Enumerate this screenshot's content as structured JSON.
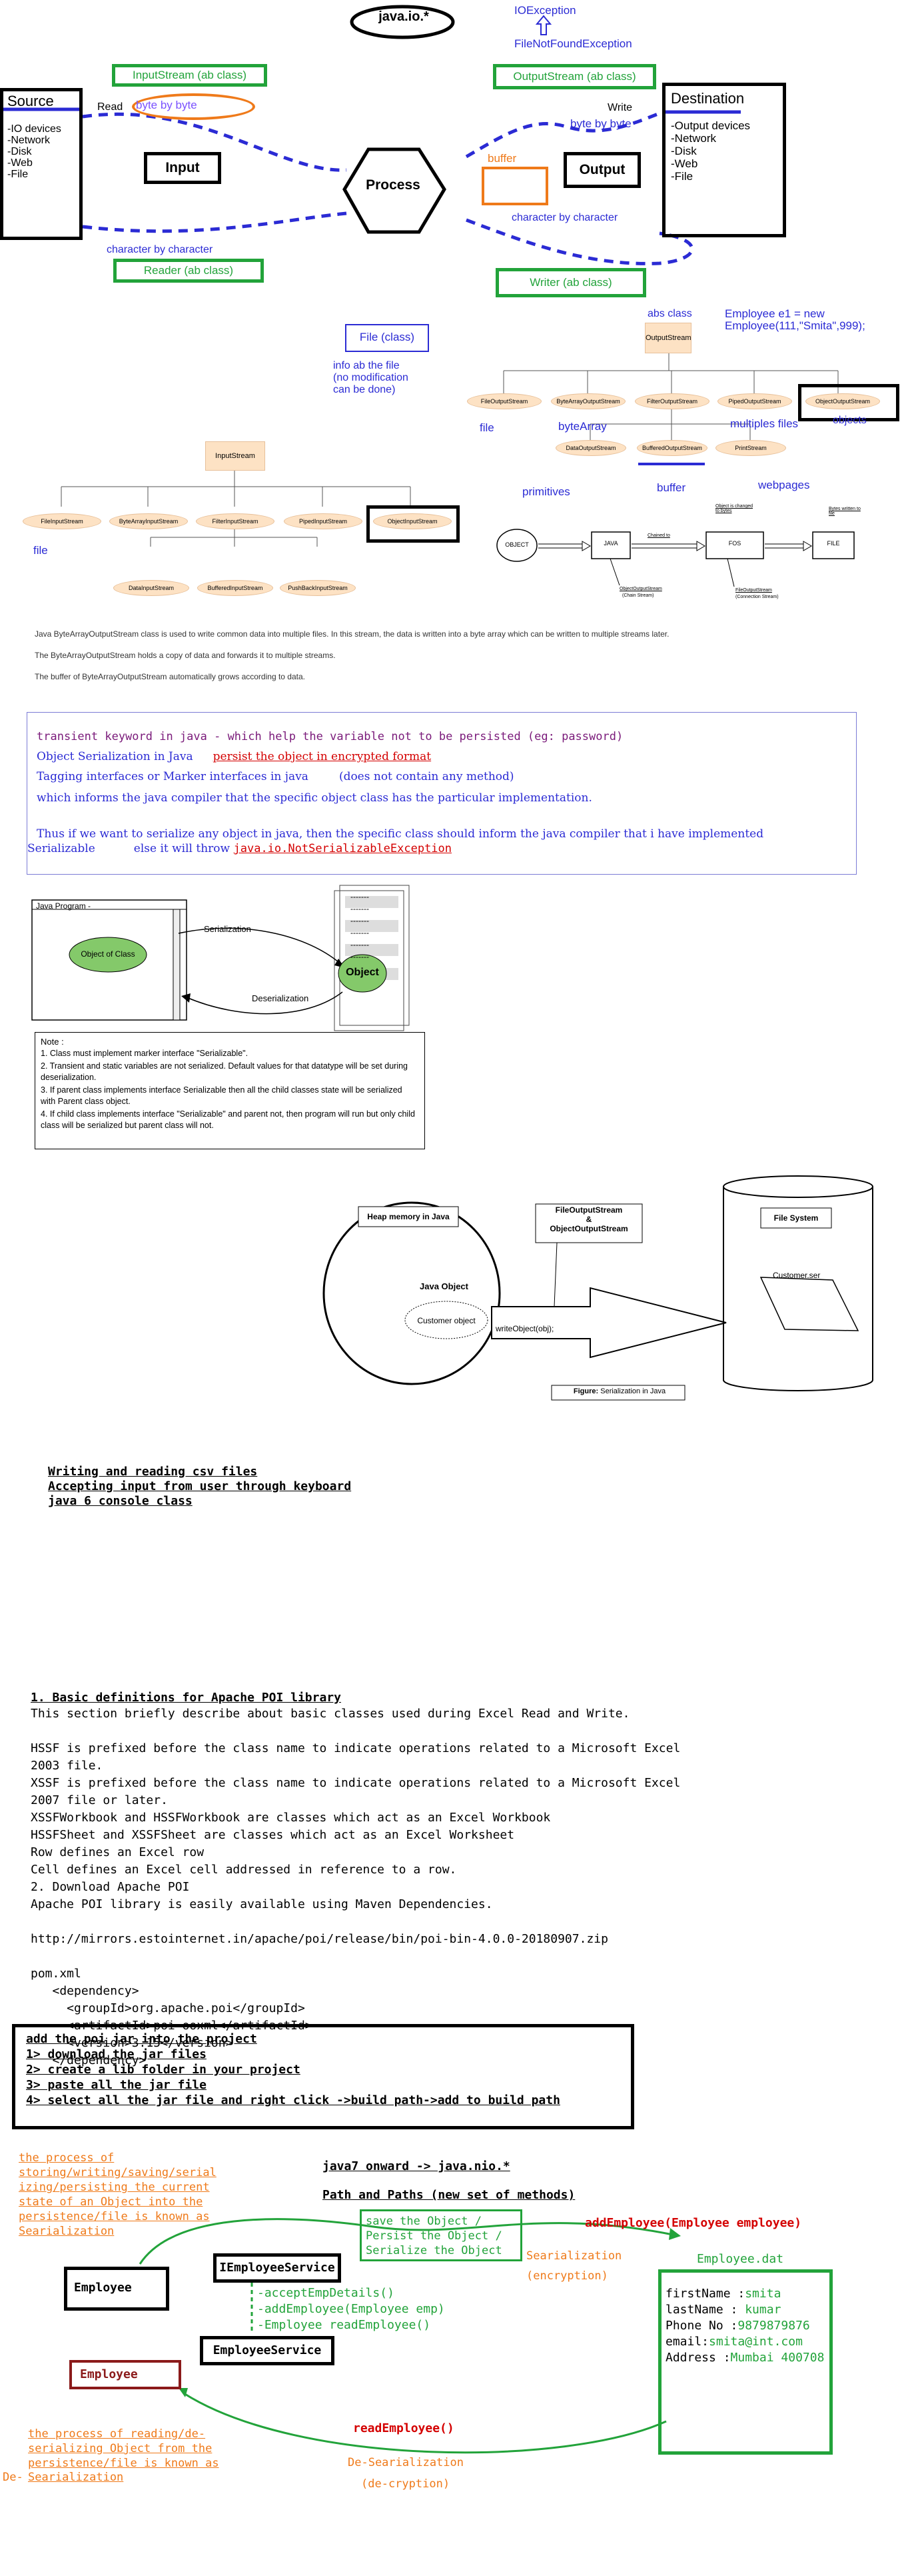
{
  "top": {
    "title": "java.io.*",
    "io_exception": "IOException",
    "fnf_exception": "FileNotFoundException",
    "input_stream": "InputStream (ab class)",
    "output_stream": "OutputStream (ab class)",
    "reader": "Reader (ab class)",
    "writer": "Writer (ab class)",
    "read": "Read",
    "write": "Write",
    "byte_by_byte_1": "byte by byte",
    "byte_by_byte_2": "byte by byte",
    "char_by_char_1": "character by character",
    "char_by_char_2": "character by character",
    "input": "Input",
    "process": "Process",
    "output": "Output",
    "buffer": "buffer",
    "source": {
      "title": "Source",
      "items": [
        "-IO devices",
        "-Network",
        "-Disk",
        "-Web",
        "-File"
      ]
    },
    "destination": {
      "title": "Destination",
      "items": [
        "-Output devices",
        "-Network",
        "-Disk",
        "-Web",
        "-File"
      ]
    }
  },
  "hierarchy": {
    "file_class": "File (class)",
    "file_info": [
      "info ab the file",
      "(no modification",
      "can be done)"
    ],
    "abs_class": "abs class",
    "employee_code": [
      "Employee e1 = new",
      "Employee(111,\"Smita\",999);"
    ],
    "objects_label": "objects",
    "output_root": "OutputStream",
    "output_children": [
      "FileOutputStream",
      "ByteArrayOutputStream",
      "FilterOutputStream",
      "PipedOutputStream",
      "ObjectOutputStream"
    ],
    "output_grandchildren": [
      "DataOutputStream",
      "BufferedOutputStream",
      "PrintStream"
    ],
    "out_labels": {
      "file": "file",
      "byte_array": "byteArray",
      "multiples": "multiples files",
      "primitives": "primitives",
      "buffer": "buffer",
      "webpages": "webpages"
    },
    "input_root": "InputStream",
    "input_children": [
      "FileInputStream",
      "ByteArrayInputStream",
      "FilterInputStream",
      "PipedInputStream",
      "ObjectInputStream"
    ],
    "input_grandchildren": [
      "DataInputStream",
      "BufferedInputStream",
      "PushBackInputStream"
    ],
    "in_file_label": "file",
    "flow": {
      "object": "OBJECT",
      "java": "JAVA",
      "fos": "FOS",
      "file": "FILE",
      "object_to_bytes": "Object is changed to bytes",
      "chained_to": "Chained to",
      "bytes_written": "Bytes written to file",
      "oos": "ObjectOutputStream",
      "oos_sub": "(Chain Stream)",
      "fos_full": "FileOutputStream",
      "fos_sub": "(Connection Stream)"
    },
    "desc": [
      "Java ByteArrayOutputStream class is used to write common data into multiple files. In this stream, the data is written into a byte array which can be written to multiple streams later.",
      "The ByteArrayOutputStream holds a copy of data and forwards it to multiple streams.",
      "The buffer of ByteArrayOutputStream automatically grows according to data."
    ]
  },
  "transient": {
    "line1": "transient keyword in java - which help the variable not to be persisted (eg: password)",
    "line2a": "Object Serialization in Java",
    "line2b": "persist the object in encrypted format",
    "line3a": "Tagging interfaces or Marker interfaces in java",
    "line3b": "(does not contain any method)",
    "line4": "which informs the java compiler that the specific object class has the particular implementation.",
    "line5": "Thus if we want to serialize any object in java, then the specific class should inform the java compiler that i have implemented",
    "line6a": "Serializable",
    "line6b": "else it will throw",
    "line6c": "java.io.NotSerializableException"
  },
  "serial_diagram": {
    "window_title": "Java Program -",
    "object_of_class": "Object of Class",
    "serialization": "Serialization",
    "deserialization": "Deserialization",
    "object": "Object",
    "dashes": "-------",
    "note_title": "Note :",
    "notes": [
      "1. Class must implement marker interface \"Serializable\".",
      "2. Transient and static variables are not serialized. Default values for that datatype will be set during deserialization.",
      "3. If parent class implements interface Serializable then all the child classes state will be serialized with Parent class object.",
      "4. If child class implements interface \"Serializable\" and parent not, then program will run but only child class will be serialized but parent class will not."
    ]
  },
  "heap": {
    "heap_label": "Heap memory in Java",
    "java_object": "Java Object",
    "customer_object": "Customer object",
    "streams": [
      "FileOutputStream",
      "&",
      "ObjectOutputStream"
    ],
    "write_object": "writeObject(obj);",
    "file_system": "File System",
    "customer_ser": "Customer.ser",
    "figure_bold": "Figure:",
    "figure_text": "Serialization in Java"
  },
  "csv": [
    "Writing and reading csv files",
    "Accepting input from user through keyboard",
    "java 6 console class"
  ],
  "poi": {
    "heading": "1. Basic definitions for Apache POI library",
    "lines": [
      "This section briefly describe about basic classes used during Excel Read and Write.",
      "",
      "HSSF is prefixed before the class name to indicate operations related to a Microsoft Excel",
      "2003 file.",
      "XSSF is prefixed before the class name to indicate operations related to a Microsoft Excel",
      "2007 file or later.",
      "XSSFWorkbook and HSSFWorkbook are classes which act as an Excel Workbook",
      "HSSFSheet and XSSFSheet are classes which act as an Excel Worksheet",
      "Row defines an Excel row",
      "Cell defines an Excel cell addressed in reference to a row.",
      "2. Download Apache POI",
      "Apache POI library is easily available using Maven Dependencies.",
      "",
      "http://mirrors.estointernet.in/apache/poi/release/bin/poi-bin-4.0.0-20180907.zip",
      "",
      "pom.xml",
      "   <dependency>",
      "     <groupId>org.apache.poi</groupId>",
      "     <artifactId>poi-ooxml</artifactId>",
      "     <version>3.15</version>",
      "   </dependency>"
    ],
    "steps": [
      "add the poi jar into the project",
      "1> download the jar files",
      "2> create a lib folder in your project",
      "3> paste all the jar file",
      "4> select all the jar file and right click ->build path->add to build path"
    ]
  },
  "bottom": {
    "serial_def": [
      "the process of",
      "storing/writing/saving/serial",
      "izing/persisting the current",
      "state of an Object into the",
      "persistence/file is known as",
      "Searialization"
    ],
    "java7": "java7 onward -> java.nio.*",
    "path_paths": "Path and Paths (new set of methods)",
    "save_object": [
      "save the Object /",
      "Persist the Object /",
      "Serialize the Object"
    ],
    "add_employee": "addEmployee(Employee employee)",
    "serialization": "Searialization",
    "encryption": "(encryption)",
    "employee_dat": "Employee.dat",
    "fields": [
      {
        "k": "firstName :",
        "v": "smita"
      },
      {
        "k": "lastName  : ",
        "v": "kumar"
      },
      {
        "k": "Phone No :",
        "v": "9879879876"
      },
      {
        "k": "email:",
        "v": "smita@int.com"
      },
      {
        "k": "Address :",
        "v": "Mumbai 400708"
      }
    ],
    "employee": "Employee",
    "iemployee_service": "IEmployeeService",
    "methods": [
      "-acceptEmpDetails()",
      "-addEmployee(Employee emp)",
      "-Employee readEmployee()"
    ],
    "employee_service": "EmployeeService",
    "employee_red": "Employee",
    "read_employee": "readEmployee()",
    "deserialization": "De-Searialization",
    "decryption": "(de-cryption)",
    "deserial_def": [
      "the process of reading/de-",
      "serializing Object from the",
      "persistence/file is known as"
    ],
    "de_prefix": "De-",
    "deserial_last": "Searialization"
  }
}
